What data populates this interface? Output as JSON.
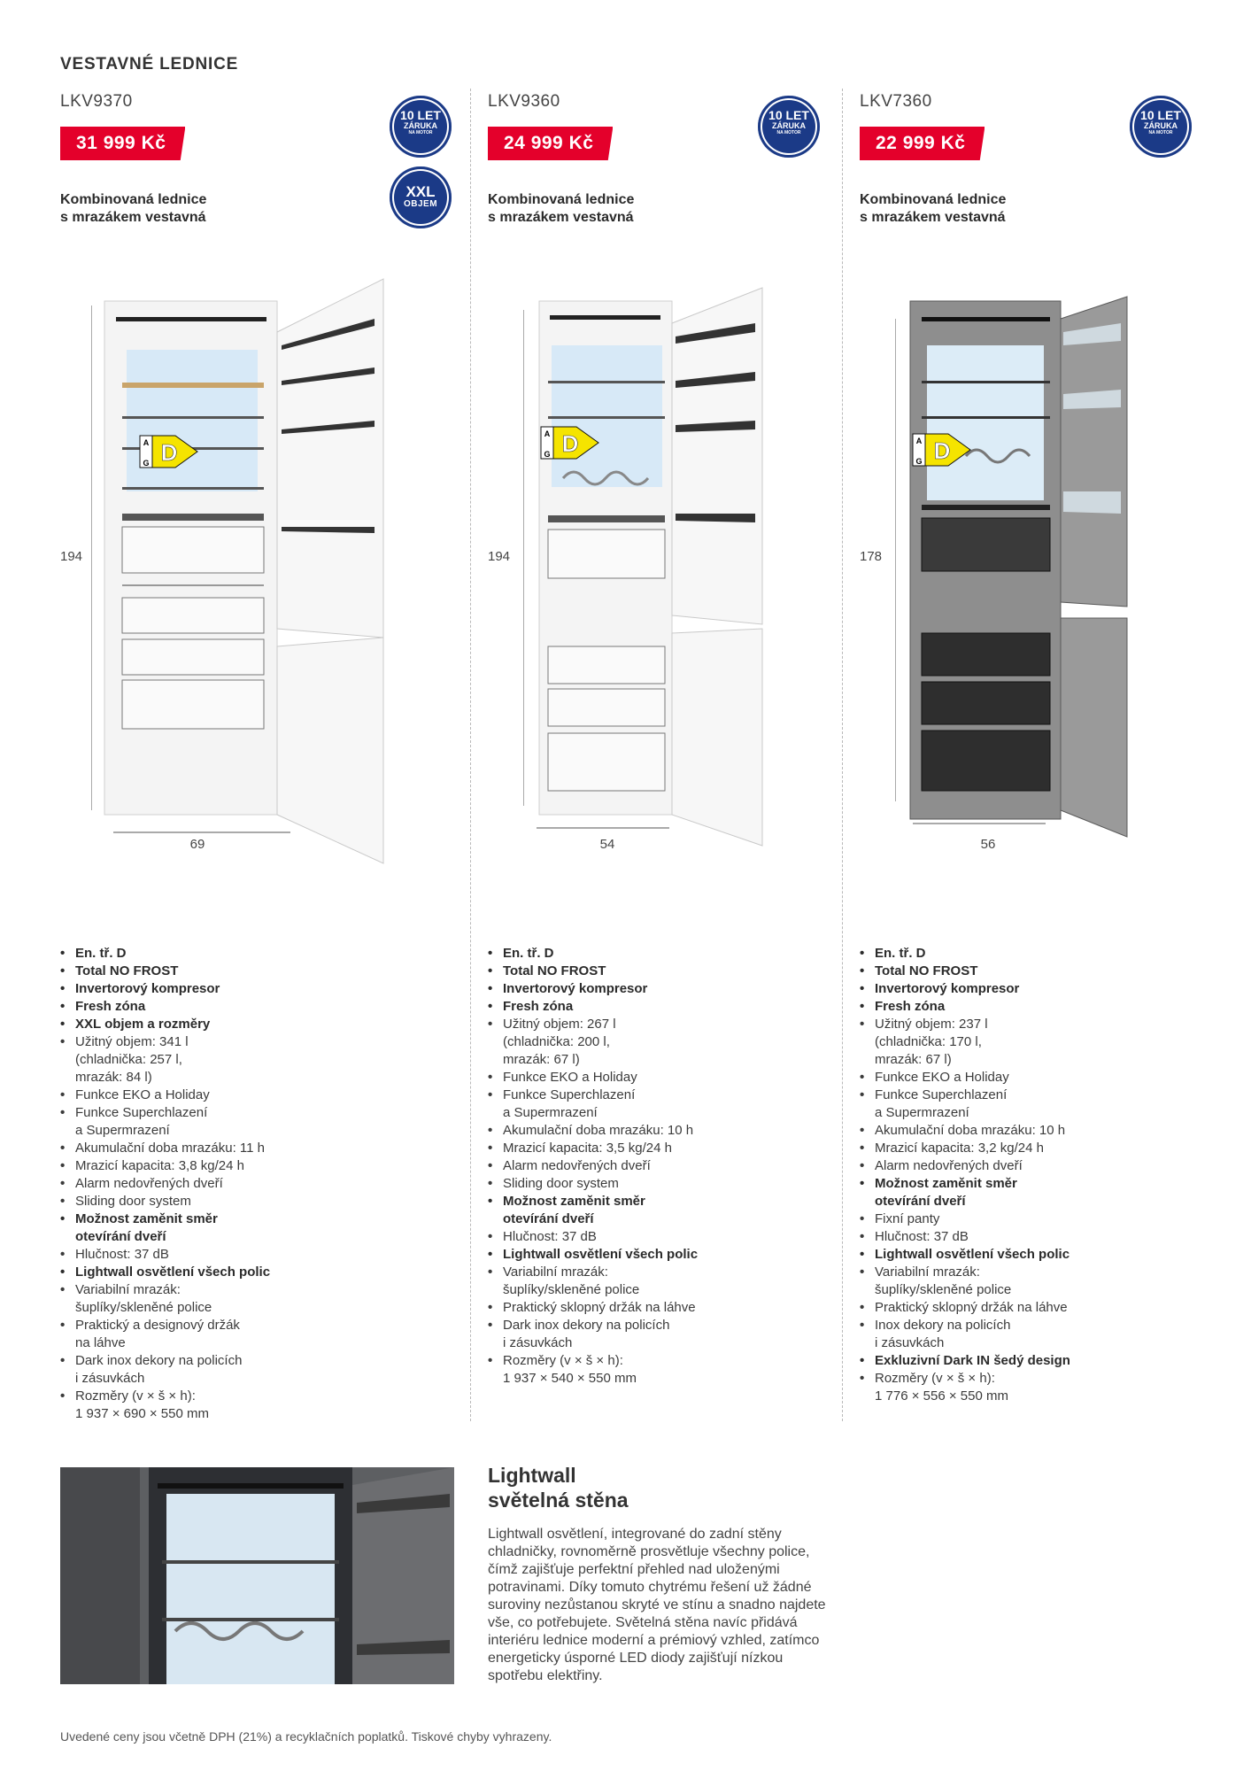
{
  "section_title": "VESTAVNÉ LEDNICE",
  "badges": {
    "warranty_line1": "10 LET",
    "warranty_line2": "ZÁRUKA",
    "warranty_line3": "NA MOTOR",
    "xxl_line1": "XXL",
    "xxl_line2": "OBJEM"
  },
  "energy_label": {
    "scale_top": "A",
    "scale_bottom": "G",
    "class": "D",
    "color": "#f5e400"
  },
  "brand_red": "#e4002b",
  "brand_blue": "#1b3a87",
  "products": [
    {
      "model": "LKV9370",
      "price": "31 999 Kč",
      "subtitle_line1": "Kombinovaná lednice",
      "subtitle_line2": "s mrazákem vestavná",
      "height": "194",
      "width": "69",
      "finish": "white",
      "specs": [
        {
          "lines": [
            "En. tř. D"
          ],
          "bold": true
        },
        {
          "lines": [
            "Total NO FROST"
          ],
          "bold": true
        },
        {
          "lines": [
            "Invertorový kompresor"
          ],
          "bold": true
        },
        {
          "lines": [
            "Fresh zóna"
          ],
          "bold": true
        },
        {
          "lines": [
            "XXL objem a rozměry"
          ],
          "bold": true
        },
        {
          "lines": [
            "Užitný objem: 341 l",
            "(chladnička: 257 l,",
            "mrazák: 84 l)"
          ],
          "bold": false
        },
        {
          "lines": [
            "Funkce EKO a Holiday"
          ],
          "bold": false
        },
        {
          "lines": [
            "Funkce Superchlazení",
            "a Supermrazení"
          ],
          "bold": false
        },
        {
          "lines": [
            "Akumulační doba mrazáku: 11 h"
          ],
          "bold": false
        },
        {
          "lines": [
            "Mrazicí kapacita: 3,8 kg/24 h"
          ],
          "bold": false
        },
        {
          "lines": [
            "Alarm nedovřených dveří"
          ],
          "bold": false
        },
        {
          "lines": [
            "Sliding door system"
          ],
          "bold": false
        },
        {
          "lines": [
            "Možnost zaměnit směr",
            "otevírání dveří"
          ],
          "bold": true
        },
        {
          "lines": [
            "Hlučnost: 37 dB"
          ],
          "bold": false
        },
        {
          "lines": [
            "Lightwall osvětlení všech polic"
          ],
          "bold": true
        },
        {
          "lines": [
            "Variabilní mrazák:",
            "šuplíky/skleněné police"
          ],
          "bold": false
        },
        {
          "lines": [
            "Praktický a designový držák",
            "na láhve"
          ],
          "bold": false
        },
        {
          "lines": [
            "Dark inox dekory na policích",
            "i zásuvkách"
          ],
          "bold": false
        },
        {
          "lines": [
            "Rozměry (v × š × h):",
            "1 937 × 690 × 550 mm"
          ],
          "bold": false
        }
      ]
    },
    {
      "model": "LKV9360",
      "price": "24 999 Kč",
      "subtitle_line1": "Kombinovaná lednice",
      "subtitle_line2": "s mrazákem vestavná",
      "height": "194",
      "width": "54",
      "finish": "white",
      "specs": [
        {
          "lines": [
            "En. tř. D"
          ],
          "bold": true
        },
        {
          "lines": [
            "Total NO FROST"
          ],
          "bold": true
        },
        {
          "lines": [
            "Invertorový kompresor"
          ],
          "bold": true
        },
        {
          "lines": [
            "Fresh zóna"
          ],
          "bold": true
        },
        {
          "lines": [
            "Užitný objem: 267 l",
            "(chladnička: 200 l,",
            "mrazák: 67 l)"
          ],
          "bold": false
        },
        {
          "lines": [
            "Funkce EKO a Holiday"
          ],
          "bold": false
        },
        {
          "lines": [
            "Funkce Superchlazení",
            "a Supermrazení"
          ],
          "bold": false
        },
        {
          "lines": [
            "Akumulační doba mrazáku: 10 h"
          ],
          "bold": false
        },
        {
          "lines": [
            "Mrazicí kapacita: 3,5 kg/24 h"
          ],
          "bold": false
        },
        {
          "lines": [
            "Alarm nedovřených dveří"
          ],
          "bold": false
        },
        {
          "lines": [
            "Sliding door system"
          ],
          "bold": false
        },
        {
          "lines": [
            "Možnost zaměnit směr",
            "otevírání dveří"
          ],
          "bold": true
        },
        {
          "lines": [
            "Hlučnost: 37 dB"
          ],
          "bold": false
        },
        {
          "lines": [
            "Lightwall osvětlení všech polic"
          ],
          "bold": true
        },
        {
          "lines": [
            "Variabilní mrazák:",
            "šuplíky/skleněné police"
          ],
          "bold": false
        },
        {
          "lines": [
            "Praktický sklopný držák na láhve"
          ],
          "bold": false
        },
        {
          "lines": [
            "Dark inox dekory na policích",
            "i zásuvkách"
          ],
          "bold": false
        },
        {
          "lines": [
            "Rozměry (v × š × h):",
            "1 937 × 540 × 550 mm"
          ],
          "bold": false
        }
      ]
    },
    {
      "model": "LKV7360",
      "price": "22 999 Kč",
      "subtitle_line1": "Kombinovaná lednice",
      "subtitle_line2": "s mrazákem vestavná",
      "height": "178",
      "width": "56",
      "finish": "dark",
      "specs": [
        {
          "lines": [
            "En. tř. D"
          ],
          "bold": true
        },
        {
          "lines": [
            "Total NO FROST"
          ],
          "bold": true
        },
        {
          "lines": [
            "Invertorový kompresor"
          ],
          "bold": true
        },
        {
          "lines": [
            "Fresh zóna"
          ],
          "bold": true
        },
        {
          "lines": [
            "Užitný objem: 237 l",
            "(chladnička: 170 l,",
            "mrazák: 67 l)"
          ],
          "bold": false
        },
        {
          "lines": [
            "Funkce EKO a Holiday"
          ],
          "bold": false
        },
        {
          "lines": [
            "Funkce Superchlazení",
            "a Supermrazení"
          ],
          "bold": false
        },
        {
          "lines": [
            "Akumulační doba mrazáku: 10 h"
          ],
          "bold": false
        },
        {
          "lines": [
            "Mrazicí kapacita: 3,2 kg/24 h"
          ],
          "bold": false
        },
        {
          "lines": [
            "Alarm nedovřených dveří"
          ],
          "bold": false
        },
        {
          "lines": [
            "Možnost zaměnit směr",
            "otevírání dveří"
          ],
          "bold": true
        },
        {
          "lines": [
            "Fixní panty"
          ],
          "bold": false
        },
        {
          "lines": [
            "Hlučnost: 37 dB"
          ],
          "bold": false
        },
        {
          "lines": [
            "Lightwall osvětlení všech polic"
          ],
          "bold": true
        },
        {
          "lines": [
            "Variabilní mrazák:",
            "šuplíky/skleněné police"
          ],
          "bold": false
        },
        {
          "lines": [
            "Praktický sklopný držák na láhve"
          ],
          "bold": false
        },
        {
          "lines": [
            "Inox dekory na policích",
            "i zásuvkách"
          ],
          "bold": false
        },
        {
          "lines": [
            "Exkluzivní Dark IN šedý design"
          ],
          "bold": true
        },
        {
          "lines": [
            "Rozměry (v × š × h):",
            "1 776 × 556 × 550 mm"
          ],
          "bold": false
        }
      ]
    }
  ],
  "lightwall": {
    "title_line1": "Lightwall",
    "title_line2": "světelná stěna",
    "text_lines": [
      "Lightwall osvětlení, integrované do zadní stěny",
      "chladničky, rovnoměrně prosvětluje všechny police,",
      "čímž zajišťuje perfektní přehled nad uloženými",
      "potravinami. Díky tomuto chytrému řešení už žádné",
      "suroviny nezůstanou skryté ve stínu a snadno najdete",
      "vše, co potřebujete. Světelná stěna navíc přidává",
      "interiéru lednice moderní a prémiový vzhled, zatímco",
      "energeticky úsporné LED diody zajišťují nízkou",
      "spotřebu elektřiny."
    ]
  },
  "footer": "Uvedené ceny jsou včetně DPH (21%) a recyklačních poplatků. Tiskové chyby vyhrazeny."
}
